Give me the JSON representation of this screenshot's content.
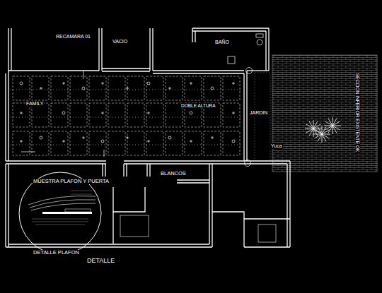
{
  "diagram": {
    "labels": [
      "RECAMARA 01",
      "VACIO",
      "BAÑO",
      "FAMILY",
      "DOBLE ALTURA",
      "JARDIN",
      "Yuca",
      "SECCION INFERIOR EXISTENTE OK",
      "MUESTRA PLAFON Y PUERTA",
      "BLANCOS",
      "DETALLE PLAFON",
      "DETALLE"
    ]
  }
}
